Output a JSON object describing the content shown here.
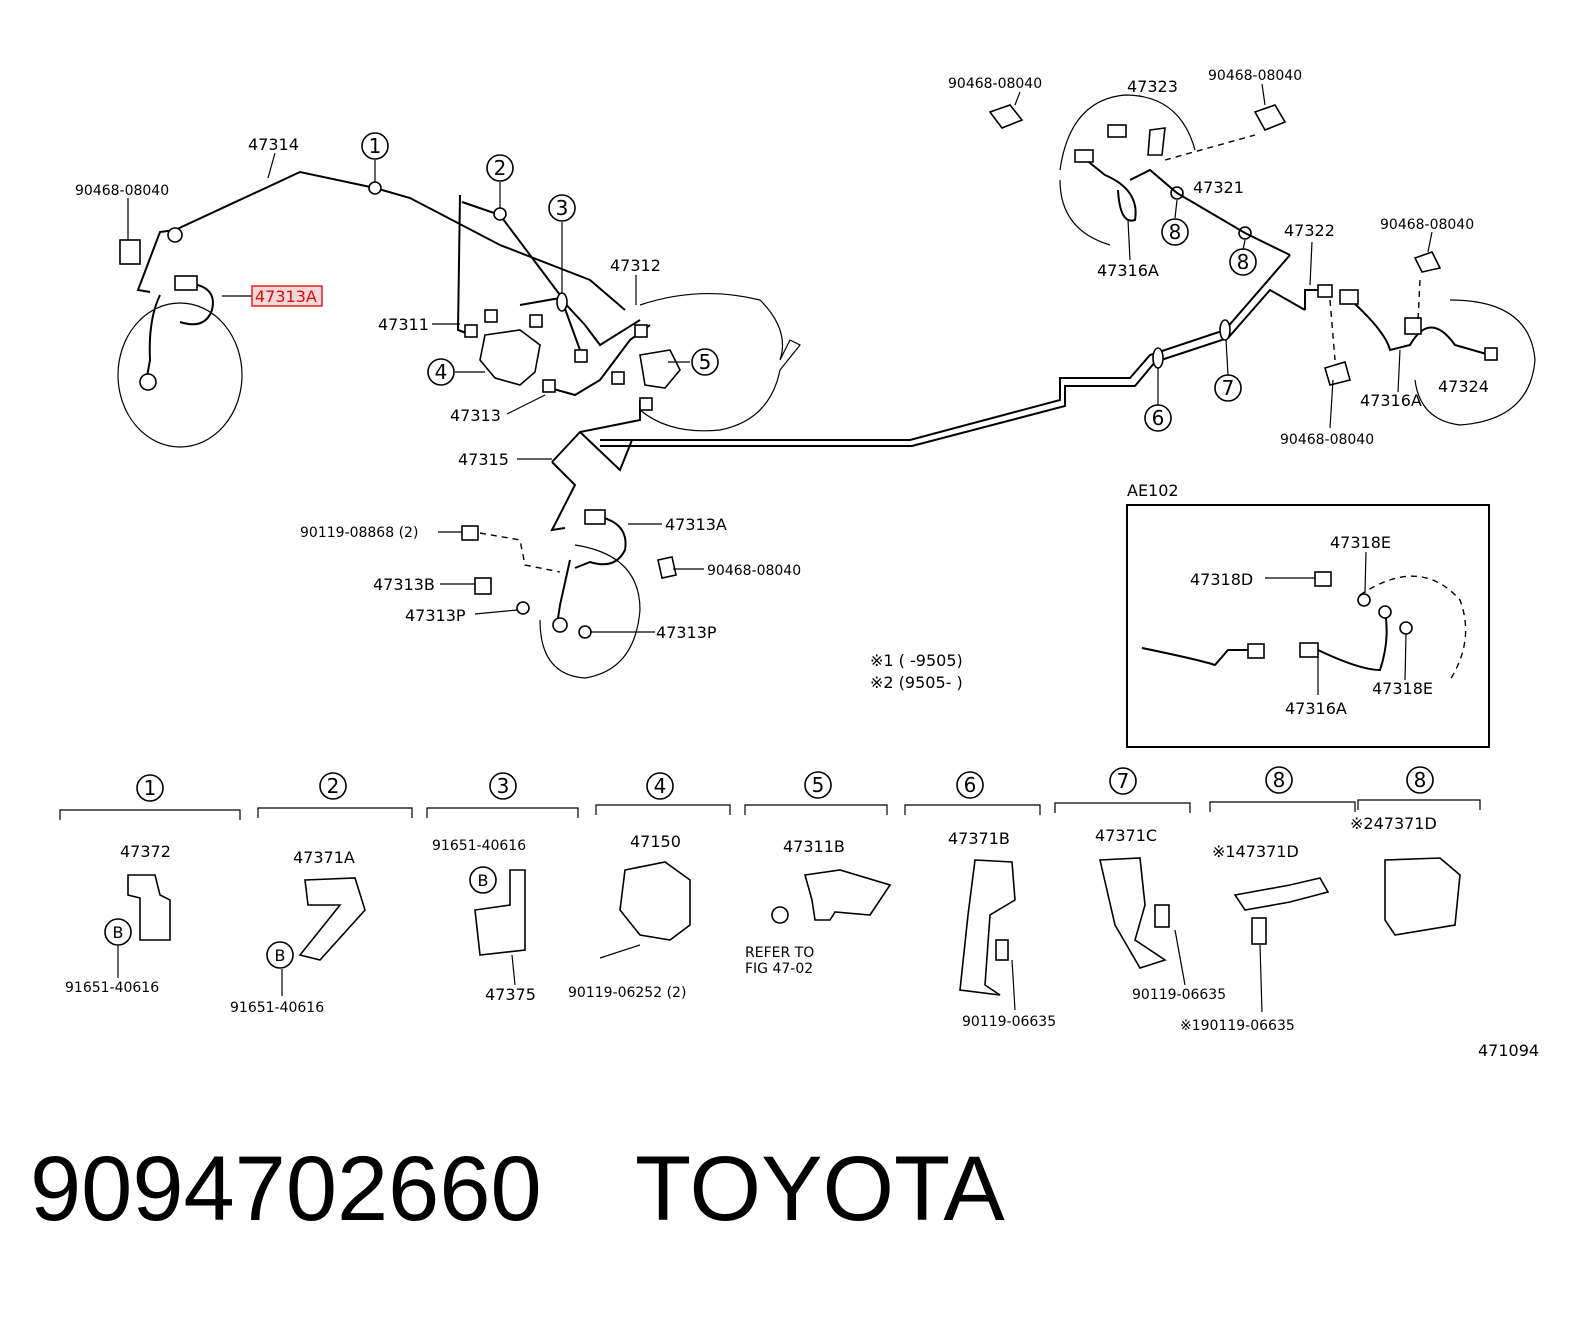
{
  "diagram": {
    "main_labels": {
      "p47314": "47314",
      "p90468_tl": "90468-08040",
      "p47313A_hl": "47313A",
      "p47311": "47311",
      "p47312": "47312",
      "p47313": "47313",
      "p47315": "47315",
      "p90119_08868": "90119-08868 (2)",
      "p47313A_2": "47313A",
      "p90468_mid": "90468-08040",
      "p47313B": "47313B",
      "p47313P_l": "47313P",
      "p47313P_r": "47313P",
      "p90468_top1": "90468-08040",
      "p47323": "47323",
      "p90468_top2": "90468-08040",
      "p47321": "47321",
      "p47316A_top": "47316A",
      "p47322": "47322",
      "p90468_right": "90468-08040",
      "p47316A_right": "47316A",
      "p47324": "47324",
      "p90468_bottom": "90468-08040",
      "note1": "※1 (      -9505)",
      "note2": "※2 (9505-      )"
    },
    "callouts": {
      "c1": "1",
      "c2": "2",
      "c3": "3",
      "c4": "4",
      "c5": "5",
      "c6": "6",
      "c7": "7",
      "c8a": "8",
      "c8b": "8"
    },
    "inset": {
      "title": "AE102",
      "p47318E_top": "47318E",
      "p47318D": "47318D",
      "p47318E_bottom": "47318E",
      "p47316A": "47316A"
    },
    "bottom_groups": [
      {
        "callout": "1",
        "part": "47372",
        "extra": "91651-40616",
        "bolt": "B"
      },
      {
        "callout": "2",
        "part": "47371A",
        "extra": "91651-40616",
        "bolt": "B"
      },
      {
        "callout": "3",
        "part": "47375",
        "extra": "91651-40616",
        "bolt": "B"
      },
      {
        "callout": "4",
        "part": "47150",
        "extra": "90119-06252 (2)"
      },
      {
        "callout": "5",
        "part": "47311B",
        "refer1": "REFER TO",
        "refer2": "FIG 47-02"
      },
      {
        "callout": "6",
        "part": "47371B",
        "extra": "90119-06635"
      },
      {
        "callout": "7",
        "part": "47371C",
        "extra": "90119-06635"
      },
      {
        "callout": "8",
        "part": "※147371D",
        "extra": "※190119-06635"
      },
      {
        "callout": "8",
        "part": "※247371D"
      }
    ],
    "figure_code": "471094"
  },
  "footer": {
    "part_number": "9094702660",
    "brand": "TOYOTA"
  },
  "colors": {
    "highlight": "#e02020",
    "highlight_fill": "#f7d6d6"
  }
}
